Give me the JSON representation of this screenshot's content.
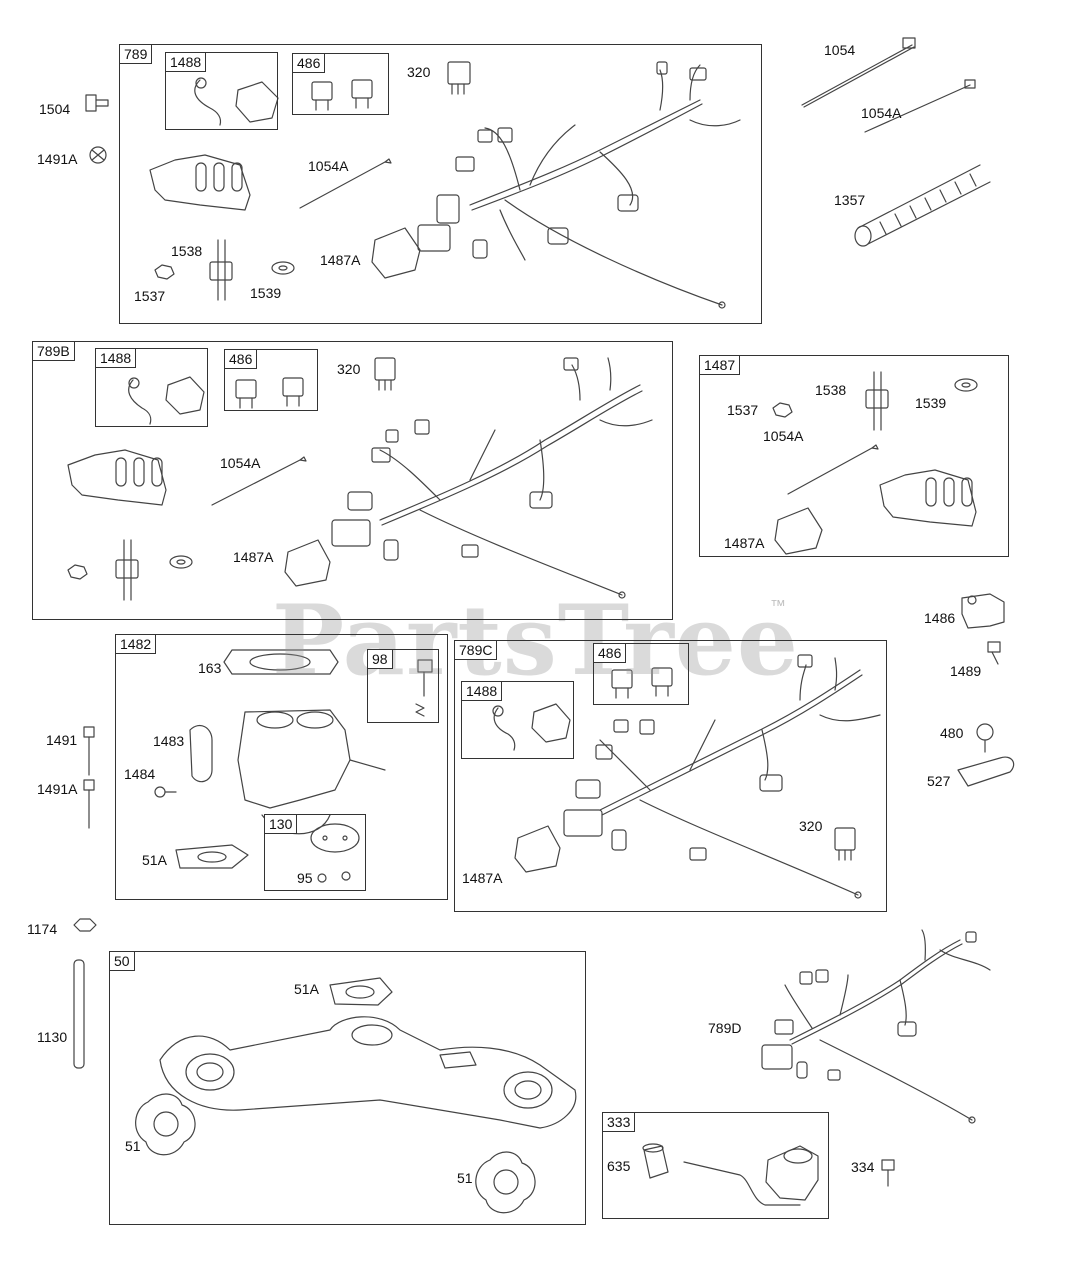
{
  "watermark": {
    "text": "PartsTree",
    "trademark": "™"
  },
  "boxes": {
    "b789": "789",
    "b789B": "789B",
    "b1487": "1487",
    "b1482": "1482",
    "b789C": "789C",
    "b50": "50",
    "b333": "333",
    "s1488a": "1488",
    "s486a": "486",
    "s1488b": "1488",
    "s486b": "486",
    "s98": "98",
    "s130": "130",
    "s1488c": "1488",
    "s486c": "486"
  },
  "labels": {
    "l1504": "1504",
    "l1491A_top": "1491A",
    "l320_a": "320",
    "l1054A_a": "1054A",
    "l1538_a": "1538",
    "l1487A_a": "1487A",
    "l1537_a": "1537",
    "l1539_a": "1539",
    "l1054": "1054",
    "l1054A_r": "1054A",
    "l1357": "1357",
    "l320_b": "320",
    "l1054A_b": "1054A",
    "l1487A_b": "1487A",
    "l1537_c": "1537",
    "l1538_c": "1538",
    "l1539_c": "1539",
    "l1054A_c": "1054A",
    "l1487A_c": "1487A",
    "l1486": "1486",
    "l1489": "1489",
    "l480": "480",
    "l527": "527",
    "l163": "163",
    "l1483": "1483",
    "l1484": "1484",
    "l51A_a": "51A",
    "l95": "95",
    "l1491": "1491",
    "l1491A_mid": "1491A",
    "l320_c": "320",
    "l1487A_d": "1487A",
    "l1174": "1174",
    "l1130": "1130",
    "l51A_b": "51A",
    "l51_a": "51",
    "l51_b": "51",
    "l789D": "789D",
    "l635": "635",
    "l334": "334"
  }
}
